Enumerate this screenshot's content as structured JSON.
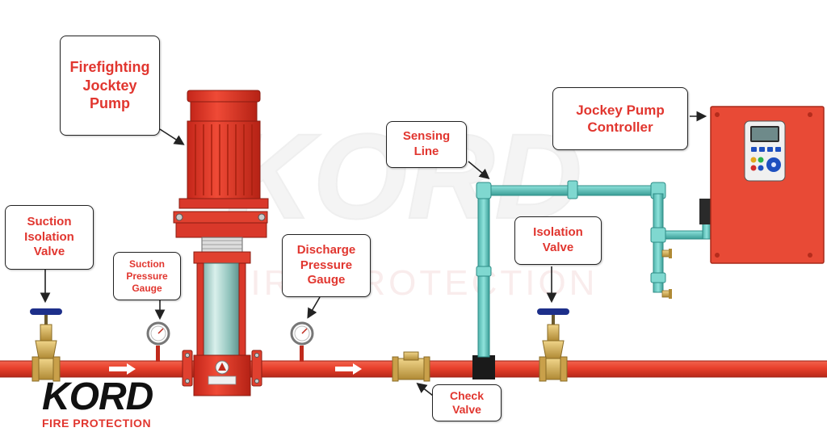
{
  "labels": {
    "jockey_pump": [
      "Firefighting",
      "Jocktey",
      "Pump"
    ],
    "suction_isolation_valve": [
      "Suction",
      "Isolation",
      "Valve"
    ],
    "suction_pressure_gauge": [
      "Suction",
      "Pressure",
      "Gauge"
    ],
    "discharge_pressure_gauge": [
      "Discharge",
      "Pressure",
      "Gauge"
    ],
    "sensing_line": [
      "Sensing",
      "Line"
    ],
    "isolation_valve": [
      "Isolation",
      "Valve"
    ],
    "jockey_pump_controller": [
      "Jockey Pump",
      "Controller"
    ],
    "check_valve": [
      "Check",
      "Valve"
    ]
  },
  "watermark": {
    "main": "KORD",
    "sub": "FIRE PROTECTION"
  },
  "logo": {
    "word": "KORD",
    "sub": "FIRE PROTECTION"
  },
  "colors": {
    "pipe": "#e8402c",
    "pipe_dark": "#c02a1c",
    "sensing_line": "#6fd0c8",
    "sensing_line_dark": "#2e8c86",
    "brass": "#d8b25a",
    "brass_dark": "#9c7a2a",
    "handwheel": "#1d2f8a",
    "controller": "#e84a36",
    "label_text": "#e1362f",
    "watermark": "#eeeeee"
  }
}
